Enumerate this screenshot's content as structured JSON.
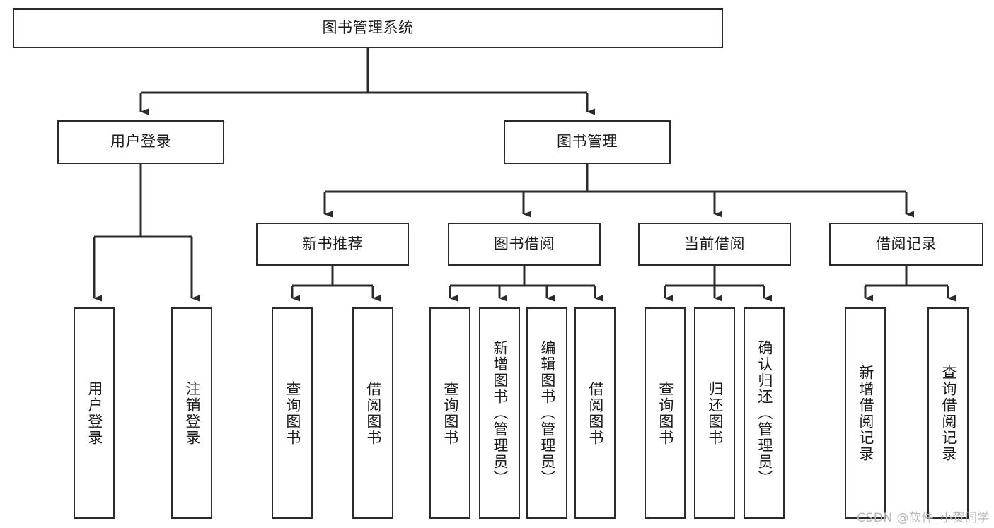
{
  "diagram": {
    "title": "图书管理系统",
    "watermark": "CSDN @软件_小贺同学",
    "stroke_color": "#2b2b2b",
    "fill_color": "#ffffff",
    "text_color": "#1b1b1b",
    "watermark_color": "#b9b9b9"
  },
  "nodes": {
    "root": {
      "label": "图书管理系统",
      "level": 1,
      "orientation": "horizontal"
    },
    "l2": [
      {
        "label": "用户登录",
        "level": 2,
        "orientation": "horizontal"
      },
      {
        "label": "图书管理",
        "level": 2,
        "orientation": "horizontal"
      }
    ],
    "l3": [
      {
        "label": "新书推荐",
        "level": 3,
        "orientation": "horizontal",
        "parent": "图书管理"
      },
      {
        "label": "图书借阅",
        "level": 3,
        "orientation": "horizontal",
        "parent": "图书管理"
      },
      {
        "label": "当前借阅",
        "level": 3,
        "orientation": "horizontal",
        "parent": "图书管理"
      },
      {
        "label": "借阅记录",
        "level": 3,
        "orientation": "horizontal",
        "parent": "图书管理"
      }
    ],
    "leaves": [
      {
        "label": "用户登录",
        "parent": "用户登录",
        "orientation": "vertical"
      },
      {
        "label": "注销登录",
        "parent": "用户登录",
        "orientation": "vertical"
      },
      {
        "label": "查询图书",
        "parent": "新书推荐",
        "orientation": "vertical"
      },
      {
        "label": "借阅图书",
        "parent": "新书推荐",
        "orientation": "vertical"
      },
      {
        "label": "查询图书",
        "parent": "图书借阅",
        "orientation": "vertical"
      },
      {
        "label": "新增图书（管理员）",
        "parent": "图书借阅",
        "orientation": "vertical"
      },
      {
        "label": "编辑图书（管理员）",
        "parent": "图书借阅",
        "orientation": "vertical"
      },
      {
        "label": "借阅图书",
        "parent": "图书借阅",
        "orientation": "vertical"
      },
      {
        "label": "查询图书",
        "parent": "当前借阅",
        "orientation": "vertical"
      },
      {
        "label": "归还图书",
        "parent": "当前借阅",
        "orientation": "vertical"
      },
      {
        "label": "确认归还（管理员）",
        "parent": "当前借阅",
        "orientation": "vertical"
      },
      {
        "label": "新增借阅记录",
        "parent": "借阅记录",
        "orientation": "vertical"
      },
      {
        "label": "查询借阅记录",
        "parent": "借阅记录",
        "orientation": "vertical"
      }
    ]
  }
}
